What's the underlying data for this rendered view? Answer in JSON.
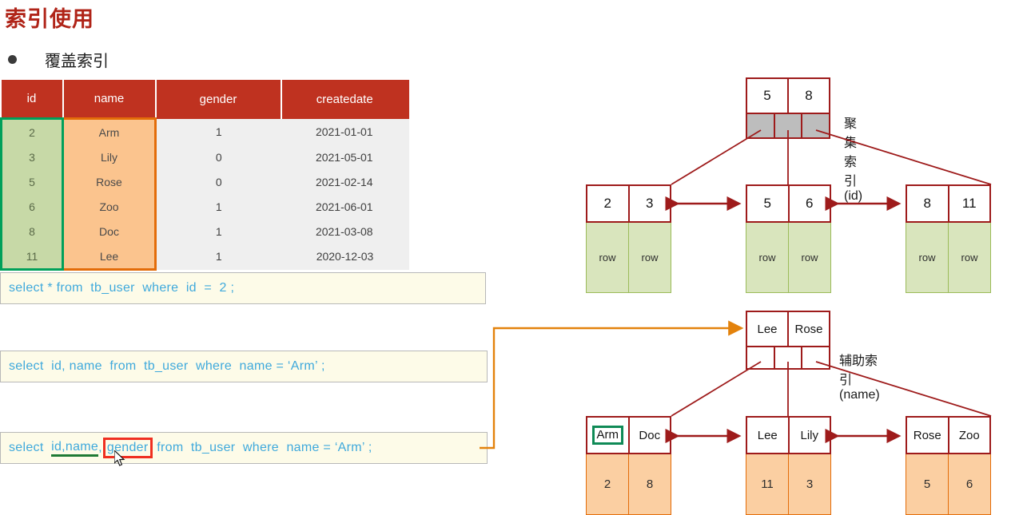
{
  "page": {
    "title": "索引使用",
    "bullet_label": "覆盖索引"
  },
  "table": {
    "headers": [
      "id",
      "name",
      "gender",
      "createdate"
    ],
    "rows": [
      {
        "id": "2",
        "name": "Arm",
        "gender": "1",
        "createdate": "2021-01-01"
      },
      {
        "id": "3",
        "name": "Lily",
        "gender": "0",
        "createdate": "2021-05-01"
      },
      {
        "id": "5",
        "name": "Rose",
        "gender": "0",
        "createdate": "2021-02-14"
      },
      {
        "id": "6",
        "name": "Zoo",
        "gender": "1",
        "createdate": "2021-06-01"
      },
      {
        "id": "8",
        "name": "Doc",
        "gender": "1",
        "createdate": "2021-03-08"
      },
      {
        "id": "11",
        "name": "Lee",
        "gender": "1",
        "createdate": "2020-12-03"
      }
    ],
    "highlight_colors": {
      "header_bg": "#bf3220",
      "id_col_bg": "#c7d9a7",
      "id_col_border": "#00a05a",
      "name_col_bg": "#fbc48e",
      "name_col_border": "#e36c09",
      "body_bg": "#efefef"
    }
  },
  "sql": {
    "box1": "select * from  tb_user  where  id  =  2 ;",
    "box2": "select  id, name  from  tb_user  where  name = ‘Arm’ ;",
    "box3": {
      "prefix": "select  ",
      "underlined": "id,name",
      "comma": ",",
      "boxed": "gender",
      "suffix": " from  tb_user  where  name = ‘Arm’ ;"
    },
    "text_color": "#3fa9dc",
    "bg_color": "#fdfbe8"
  },
  "clustered_index": {
    "label": "聚集索引(id)",
    "root": {
      "keys": [
        "5",
        "8"
      ],
      "pointers": 3
    },
    "leaves": [
      {
        "keys": [
          "2",
          "3"
        ],
        "data": [
          "row",
          "row"
        ]
      },
      {
        "keys": [
          "5",
          "6"
        ],
        "data": [
          "row",
          "row"
        ]
      },
      {
        "keys": [
          "8",
          "11"
        ],
        "data": [
          "row",
          "row"
        ]
      }
    ]
  },
  "secondary_index": {
    "label": "辅助索引(name)",
    "root": {
      "keys": [
        "Lee",
        "Rose"
      ],
      "pointers": 3
    },
    "leaves": [
      {
        "keys": [
          "Arm",
          "Doc"
        ],
        "data": [
          "2",
          "8"
        ],
        "highlight": "Arm"
      },
      {
        "keys": [
          "Lee",
          "Lily"
        ],
        "data": [
          "11",
          "3"
        ],
        "highlight": ""
      },
      {
        "keys": [
          "Rose",
          "Zoo"
        ],
        "data": [
          "5",
          "6"
        ],
        "highlight": ""
      }
    ]
  },
  "colors": {
    "title": "#b02418",
    "node_border": "#9e1b1b",
    "arrow_red": "#9e1b1b",
    "connector_orange": "#e3820c",
    "green_leaf": "#d9e5bd",
    "orange_leaf": "#fbcfa2"
  }
}
